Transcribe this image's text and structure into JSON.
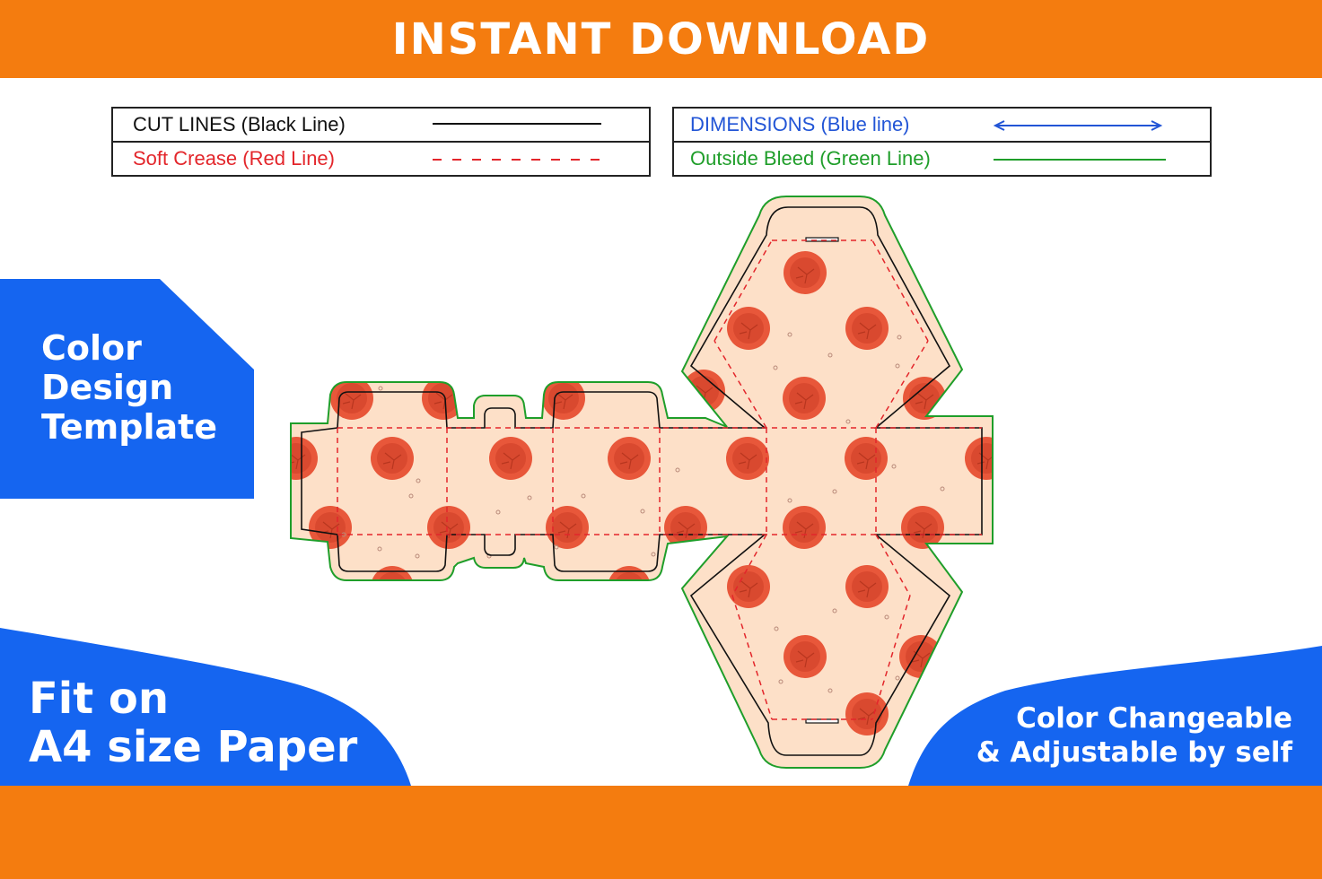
{
  "banner": {
    "title": "INSTANT DOWNLOAD"
  },
  "legend_left": {
    "cut_lines": "CUT LINES (Black Line)",
    "soft_crease": "Soft Crease (Red Line)"
  },
  "legend_right": {
    "dimensions": "DIMENSIONS (Blue line)",
    "outside_bleed": "Outside Bleed (Green Line)"
  },
  "left_panel": {
    "lines": [
      "Color",
      "Design",
      "Template"
    ]
  },
  "footer_left": {
    "lines": [
      "Fit on",
      "A4 size Paper"
    ]
  },
  "footer_right": {
    "lines": [
      "Color Changeable",
      "& Adjustable by self"
    ]
  },
  "colors": {
    "orange": "#f47c0f",
    "blue": "#1565f0",
    "cut_line": "#111111",
    "crease_line": "#e3262b",
    "dimension_line": "#2255d6",
    "bleed_line": "#1f9e2a",
    "panel_fill": "#fde0c8",
    "dot_fill": "#e8573a"
  }
}
